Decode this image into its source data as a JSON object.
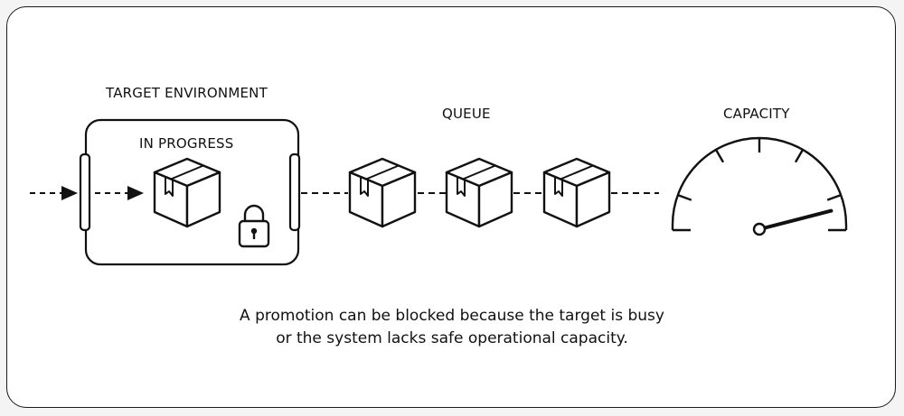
{
  "labels": {
    "target_environment": "TARGET ENVIRONMENT",
    "in_progress": "IN PROGRESS",
    "queue": "QUEUE",
    "capacity": "CAPACITY"
  },
  "caption": {
    "line1": "A promotion can be blocked because the target is busy",
    "line2": "or the system lacks safe operational capacity."
  },
  "queue": {
    "package_count": 3
  },
  "gauge": {
    "level": 0.92
  },
  "icons": [
    "package-icon",
    "lock-icon",
    "gauge-icon",
    "arrow-icon"
  ]
}
